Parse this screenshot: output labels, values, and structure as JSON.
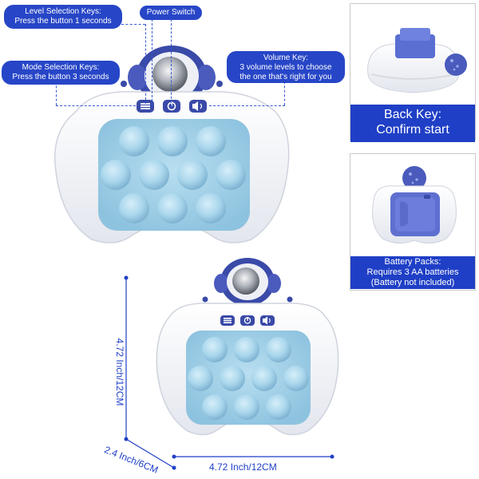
{
  "callouts": {
    "level": {
      "line1": "Level Selection Keys:",
      "line2": "Press the button 1 seconds"
    },
    "power": {
      "line1": "Power Switch"
    },
    "mode": {
      "line1": "Mode Selection Keys:",
      "line2": "Press the button 3 seconds"
    },
    "volume": {
      "line1": "Volume Key:",
      "line2": "3 volume levels to choose",
      "line3": "the one that's right for you"
    }
  },
  "cards": {
    "back": {
      "line1": "Back Key:",
      "line2": "Confirm start"
    },
    "battery": {
      "line1": "Battery Packs:",
      "line2": "Requires 3 AA batteries",
      "line3": "(Battery not included)"
    }
  },
  "dimensions": {
    "height": "4.72 Inch/12CM",
    "depth": "2.4 Inch/6CM",
    "width": "4.72 Inch/12CM"
  },
  "icons": [
    "menu-icon",
    "power-icon",
    "speaker-icon",
    "astronaut-icon",
    "bubble-icon"
  ],
  "colors": {
    "accent": "#2746c7",
    "bubble": "#a9d6ec",
    "bubble_dark": "#7fb3d2",
    "shell": "#f4f5f8",
    "astronaut": "#3a4aa8"
  }
}
